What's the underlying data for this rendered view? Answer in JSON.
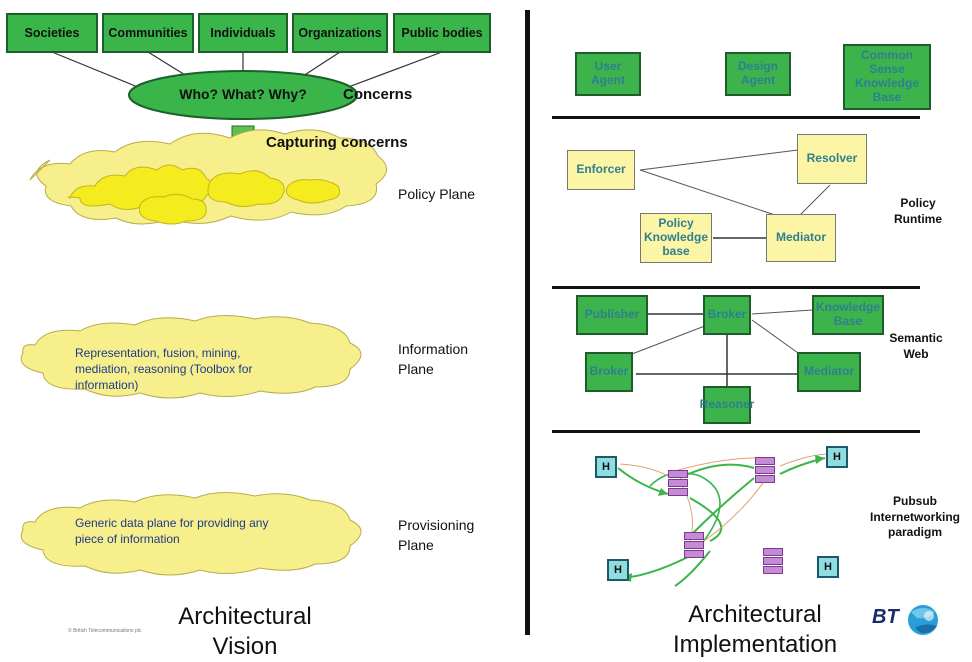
{
  "left": {
    "stakeholders": [
      "Societies",
      "Communities",
      "Individuals",
      "Organizations",
      "Public bodies"
    ],
    "oval_text": "Who? What? Why?",
    "concerns_label": "Concerns",
    "capturing_label": "Capturing concerns",
    "planes": [
      {
        "name": "Policy Plane",
        "text": ""
      },
      {
        "name": "Information Plane",
        "text": "Representation, fusion, mining, mediation, reasoning (Toolbox for information)"
      },
      {
        "name": "Provisioning Plane",
        "text": "Generic data plane for providing any piece of information"
      }
    ],
    "title": "Architectural Vision",
    "copyright": "© British Telecommunications plc"
  },
  "right": {
    "agents": [
      "User Agent",
      "Design Agent",
      "Common Sense Knowledge Base"
    ],
    "policy_runtime": {
      "label": "Policy Runtime",
      "nodes": [
        "Enforcer",
        "Resolver",
        "Policy Knowledge base",
        "Mediator"
      ]
    },
    "semantic_web": {
      "label": "Semantic Web",
      "nodes": [
        "Publisher",
        "Broker",
        "Knowledge Base",
        "Broker",
        "Mediator",
        "Reasoner"
      ]
    },
    "pubsub": {
      "label": "Pubsub Internetworking paradigm",
      "host_label": "H"
    },
    "title": "Architectural Implementation",
    "logo_text": "BT"
  },
  "colors": {
    "green": "#39b54a",
    "yellow_box": "#fdf5a6",
    "cloud": "#f7ef8c",
    "cloud_inner": "#f5ec1f",
    "teal_text": "#2e7f8f",
    "purple": "#c58bd6"
  }
}
